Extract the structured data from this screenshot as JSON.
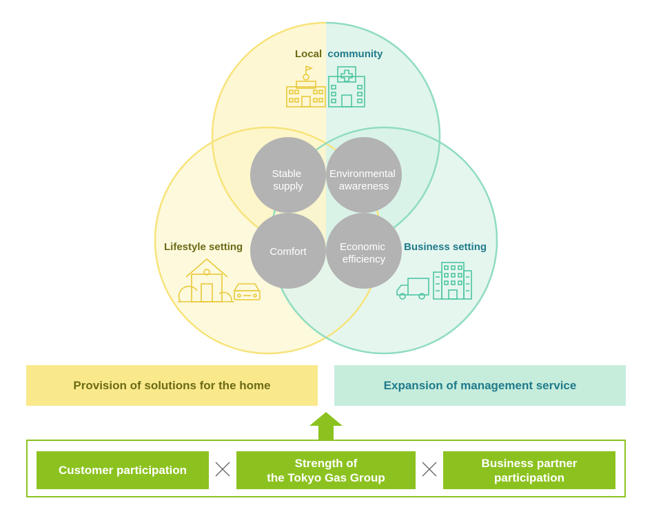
{
  "venn": {
    "top_label_part1": "Local",
    "top_label_part2": "community",
    "left_label": "Lifestyle setting",
    "right_label": "Business setting",
    "centers": [
      {
        "line1": "Stable",
        "line2": "supply"
      },
      {
        "line1": "Environmental",
        "line2": "awareness"
      },
      {
        "line1": "Comfort",
        "line2": ""
      },
      {
        "line1": "Economic",
        "line2": "efficiency"
      }
    ],
    "icons": [
      "school-icon",
      "hospital-icon",
      "house-icon",
      "car-icon",
      "truck-icon",
      "office-building-icon"
    ],
    "colors": {
      "yellow": "#fae98b",
      "mint": "#8fdcc0",
      "gray": "#b3b3b3",
      "green": "#8cc21f"
    }
  },
  "solutions": {
    "home": "Provision of solutions for the home",
    "management": "Expansion of management service"
  },
  "bottom": {
    "customer": "Customer participation",
    "strength": "Strength of\nthe Tokyo Gas Group",
    "partner": "Business partner\nparticipation"
  }
}
